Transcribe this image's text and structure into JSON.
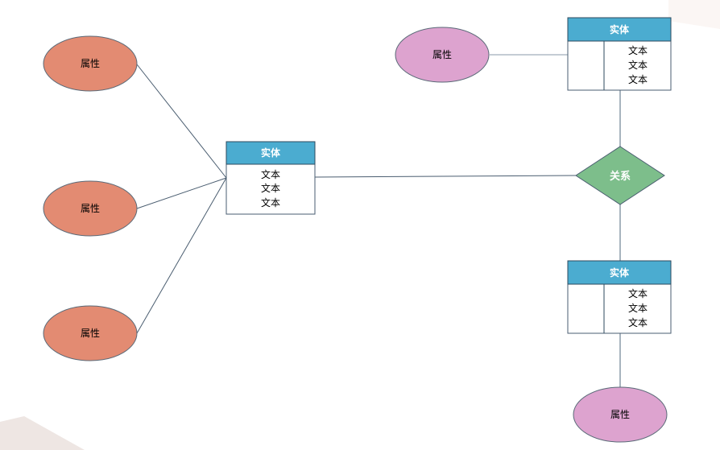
{
  "colors": {
    "attr_orange": "#E38B72",
    "attr_pink": "#DDA3CF",
    "entity_header": "#4BACD0",
    "relation": "#7DBE8B",
    "line": "#4A5D70",
    "decor": "#EEE6E3"
  },
  "attributes": [
    {
      "label": "属性"
    },
    {
      "label": "属性"
    },
    {
      "label": "属性"
    },
    {
      "label": "属性"
    },
    {
      "label": "属性"
    }
  ],
  "entities": [
    {
      "title": "实体",
      "rows": [
        "文本",
        "文本",
        "文本"
      ]
    },
    {
      "title": "实体",
      "rows": [
        "文本",
        "文本",
        "文本"
      ]
    },
    {
      "title": "实体",
      "rows": [
        "文本",
        "文本",
        "文本"
      ]
    }
  ],
  "relation": {
    "label": "关系"
  }
}
